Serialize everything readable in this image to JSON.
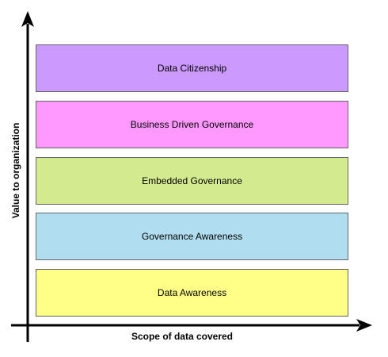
{
  "levels": [
    {
      "label": "Data Citizenship",
      "color": "#CC99FF"
    },
    {
      "label": "Business Driven Governance",
      "color": "#FF99FF"
    },
    {
      "label": "Embedded Governance",
      "color": "#D4EA8E"
    },
    {
      "label": "Governance Awareness",
      "color": "#B1DDF0"
    },
    {
      "label": "Data Awareness",
      "color": "#FFFF88"
    }
  ],
  "axes": {
    "x_label": "Scope of data covered",
    "y_label": "Value to organization"
  }
}
